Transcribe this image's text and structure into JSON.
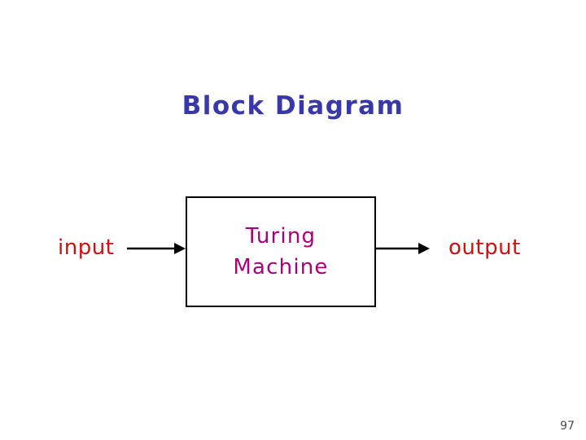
{
  "slide": {
    "title": "Block Diagram",
    "page_number": "97",
    "background_color": "#ffffff"
  },
  "diagram": {
    "title_color": "#3838a8",
    "box": {
      "label_line_1": "Turing",
      "label_line_2": "Machine",
      "text_color": "#a8007a",
      "border_color": "#000000",
      "fill_color": "#ffffff"
    },
    "input": {
      "label": "input",
      "label_color": "#cc1111",
      "arrow_icon": "arrow-right-icon",
      "arrow_color": "#000000"
    },
    "output": {
      "label": "output",
      "label_color": "#cc1111",
      "arrow_icon": "arrow-right-icon",
      "arrow_color": "#000000"
    }
  }
}
